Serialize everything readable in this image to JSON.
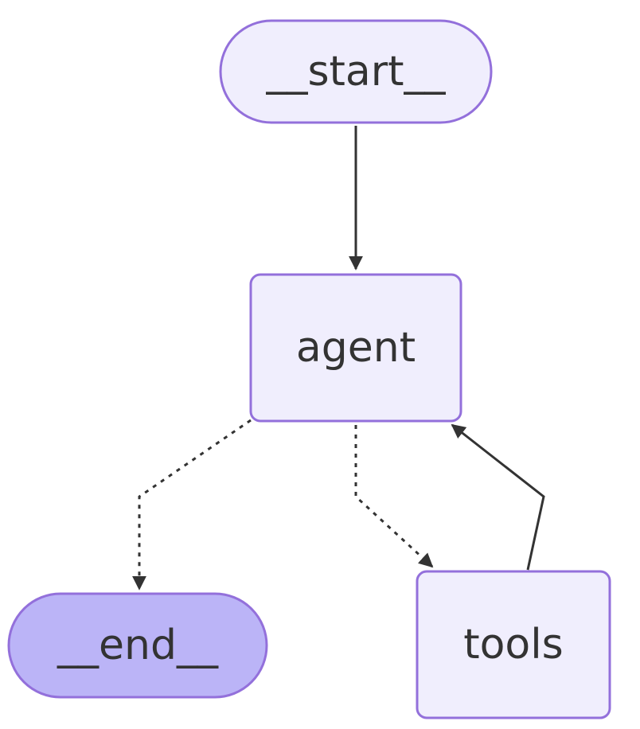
{
  "diagram": {
    "nodes": {
      "start": {
        "label": "__start__"
      },
      "agent": {
        "label": "agent"
      },
      "tools": {
        "label": "tools"
      },
      "end": {
        "label": "__end__"
      }
    },
    "edges": [
      {
        "from": "__start__",
        "to": "agent",
        "style": "solid"
      },
      {
        "from": "agent",
        "to": "__end__",
        "style": "dotted"
      },
      {
        "from": "agent",
        "to": "tools",
        "style": "dotted"
      },
      {
        "from": "tools",
        "to": "agent",
        "style": "solid"
      }
    ]
  },
  "colors": {
    "node_fill": "#f0eefd",
    "node_stroke": "#9370db",
    "end_fill": "#bbb4f7",
    "edge": "#333333",
    "text": "#333333"
  }
}
